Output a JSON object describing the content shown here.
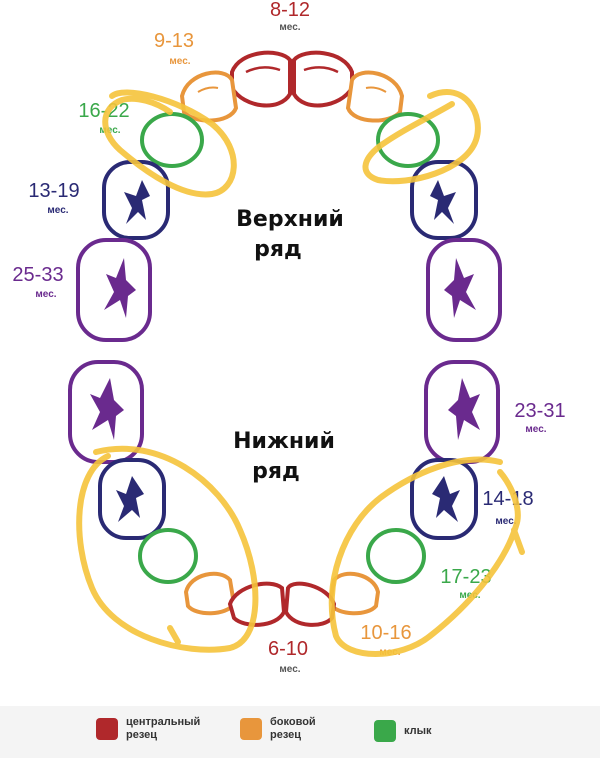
{
  "rows": {
    "upper": [
      "Верхний",
      "ряд"
    ],
    "lower": [
      "Нижний",
      "ряд"
    ]
  },
  "month_unit": "мес.",
  "labels": {
    "upper_central": "8-12",
    "upper_lateral": "9-13",
    "upper_canine": "16-22",
    "upper_first_molar": "13-19",
    "upper_second_molar": "25-33",
    "lower_second_molar": "23-31",
    "lower_first_molar": "14-18",
    "lower_canine": "17-23",
    "lower_lateral": "10-16",
    "lower_central": "6-10"
  },
  "legend": [
    {
      "line1": "центральный",
      "line2": "резец",
      "color": "#b0282b"
    },
    {
      "line1": "боковой",
      "line2": "резец",
      "color": "#e8963c"
    },
    {
      "line1": "клык",
      "line2": "",
      "color": "#3aa84a"
    }
  ],
  "colors": {
    "central_incisor": "#b0282b",
    "lateral_incisor": "#e8963c",
    "canine": "#3aa84a",
    "first_molar": "#2a2a74",
    "second_molar": "#6a2a8e",
    "annotation": "#f5c33b"
  }
}
